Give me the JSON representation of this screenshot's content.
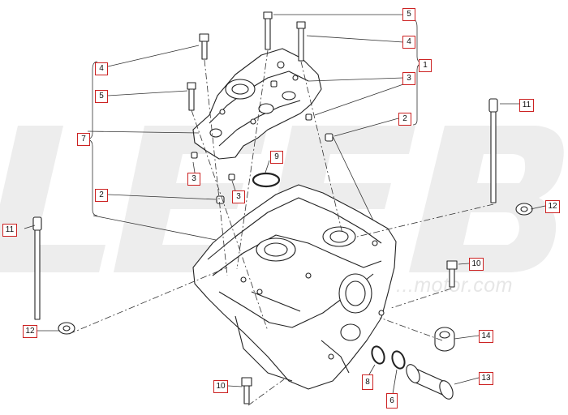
{
  "watermark": {
    "brand_text": "LEEB",
    "url_text": "...motor.com"
  },
  "callouts": {
    "c5_top": "5",
    "c4_top_right": "4",
    "c1": "1",
    "c3_right": "3",
    "c2_right": "2",
    "c4_left": "4",
    "c5_left": "5",
    "c7": "7",
    "c9": "9",
    "c3_low_a": "3",
    "c3_low_b": "3",
    "c2_left": "2",
    "c11_right": "11",
    "c12_right": "12",
    "c11_left": "11",
    "c10_right": "10",
    "c12_left": "12",
    "c14": "14",
    "c13": "13",
    "c10_bottom": "10",
    "c8": "8",
    "c6": "6"
  },
  "colors": {
    "callout_border": "#cc2222",
    "line": "#222222",
    "watermark": "#e8e8e8"
  }
}
